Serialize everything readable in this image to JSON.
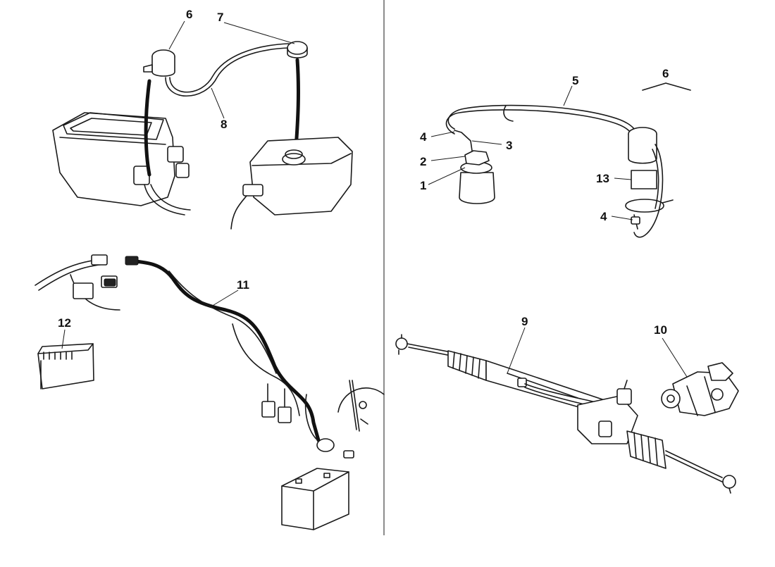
{
  "callouts": [
    {
      "id": "c6a",
      "text": "6"
    },
    {
      "id": "c7",
      "text": "7"
    },
    {
      "id": "c8",
      "text": "8"
    },
    {
      "id": "c5",
      "text": "5"
    },
    {
      "id": "c6b",
      "text": "6"
    },
    {
      "id": "c4a",
      "text": "4"
    },
    {
      "id": "c3",
      "text": "3"
    },
    {
      "id": "c2",
      "text": "2"
    },
    {
      "id": "c1",
      "text": "1"
    },
    {
      "id": "c13",
      "text": "13"
    },
    {
      "id": "c4b",
      "text": "4"
    },
    {
      "id": "c11",
      "text": "11"
    },
    {
      "id": "c12",
      "text": "12"
    },
    {
      "id": "c9",
      "text": "9"
    },
    {
      "id": "c10",
      "text": "10"
    }
  ],
  "colors": {
    "ink": "#1a1a1a",
    "background": "#ffffff"
  }
}
